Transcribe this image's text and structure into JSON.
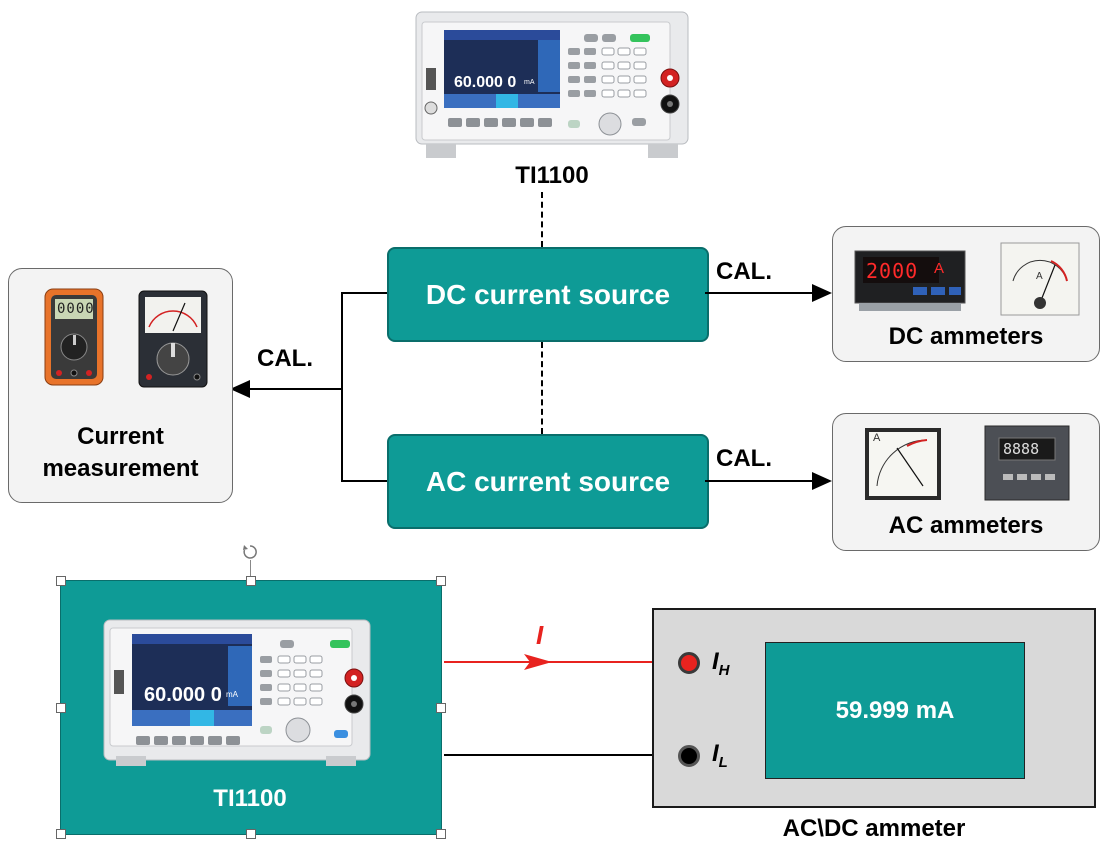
{
  "top_instrument": {
    "display_value": "60.000 0",
    "display_unit": "mA",
    "label": "TI1100"
  },
  "sources": {
    "dc": "DC current source",
    "ac": "AC current source"
  },
  "cal_labels": {
    "left": "CAL.",
    "dc_right": "CAL.",
    "ac_right": "CAL."
  },
  "current_measurement": {
    "line1": "Current",
    "line2": "measurement",
    "multimeter_reading": "0000"
  },
  "dc_ammeters": {
    "label": "DC ammeters",
    "panel_meter_reading": "2000",
    "panel_meter_unit": "A",
    "analog_unit": "A"
  },
  "ac_ammeters": {
    "label": "AC ammeters",
    "analog_unit": "A",
    "digital_reading": "8888"
  },
  "bottom_source": {
    "display_value": "60.000 0",
    "display_unit": "mA",
    "label": "TI1100"
  },
  "current_arrow_label": "I",
  "terminals": {
    "high": "I",
    "high_sub": "H",
    "low": "I",
    "low_sub": "L"
  },
  "ammeter": {
    "reading": "59.999 mA",
    "label": "AC\\DC ammeter"
  },
  "colors": {
    "teal": "#0e9b96",
    "current_line": "#e8231f"
  }
}
